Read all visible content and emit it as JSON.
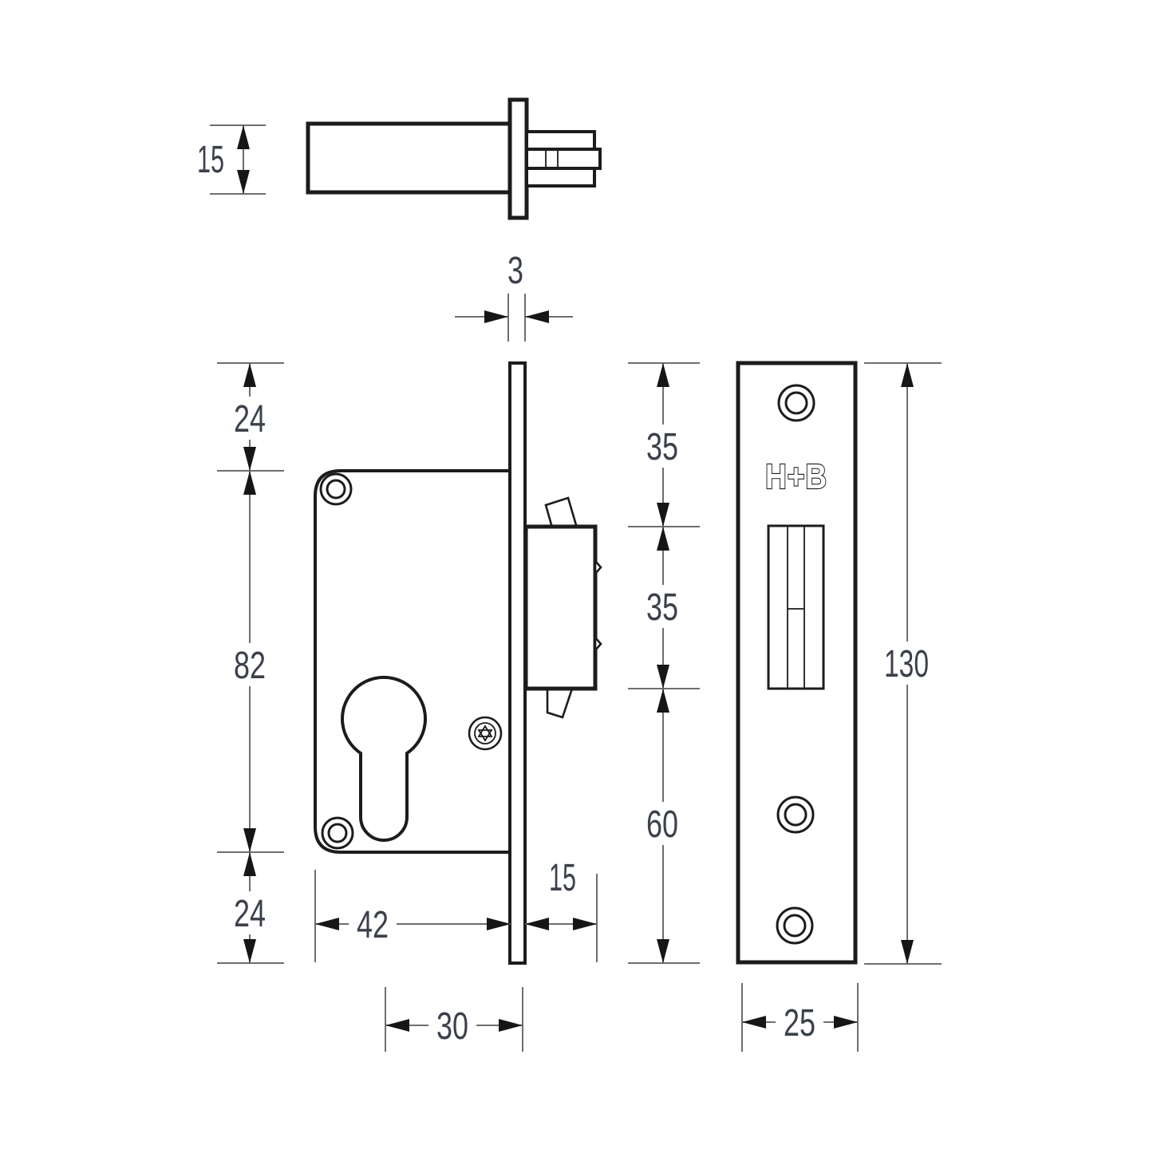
{
  "drawing": {
    "brand": "H+B",
    "dims": {
      "side_height": "15",
      "plate_thickness": "3",
      "top_offset": "24",
      "body_height": "82",
      "bottom_offset": "24",
      "body_width": "42",
      "bolt_depth": "15",
      "backset": "30",
      "plate_top_to_bolt": "35",
      "bolt_window_height": "35",
      "bolt_to_plate_bottom": "60",
      "plate_height": "130",
      "plate_width": "25"
    },
    "colors": {
      "outline": "#1c1c1c",
      "dim_lines": "#6e6e6e",
      "dim_text": "#3b414b",
      "background": "#ffffff"
    }
  }
}
